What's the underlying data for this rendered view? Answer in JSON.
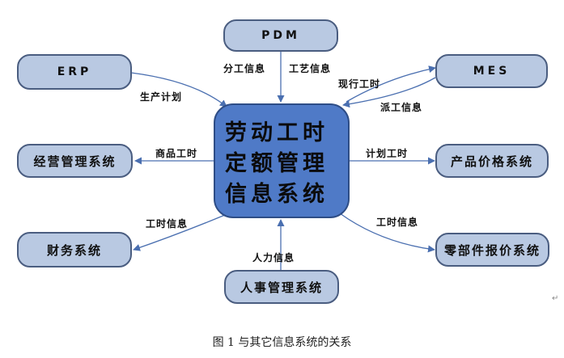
{
  "center": {
    "lines": [
      "劳动工时",
      "定额管理",
      "信息系统"
    ]
  },
  "nodes": {
    "pdm": "PDM",
    "erp": "ERP",
    "mes": "MES",
    "jingying": "经营管理系统",
    "chanpin": "产品价格系统",
    "caiwu": "财务系统",
    "lingbujian": "零部件报价系统",
    "renshi": "人事管理系统"
  },
  "edges": {
    "fengong": "分工信息",
    "gongyi": "工艺信息",
    "shengchan": "生产计划",
    "xianxing": "现行工时",
    "paigong": "派工信息",
    "shangpin": "商品工时",
    "jihua": "计划工时",
    "gongshi_left": "工时信息",
    "gongshi_right": "工时信息",
    "renli": "人力信息"
  },
  "caption": "图 1  与其它信息系统的关系",
  "colors": {
    "node_fill": "#b9c9e2",
    "node_border": "#4a5d80",
    "center_fill": "#4f7ac7",
    "arrow": "#4a6fb0"
  }
}
